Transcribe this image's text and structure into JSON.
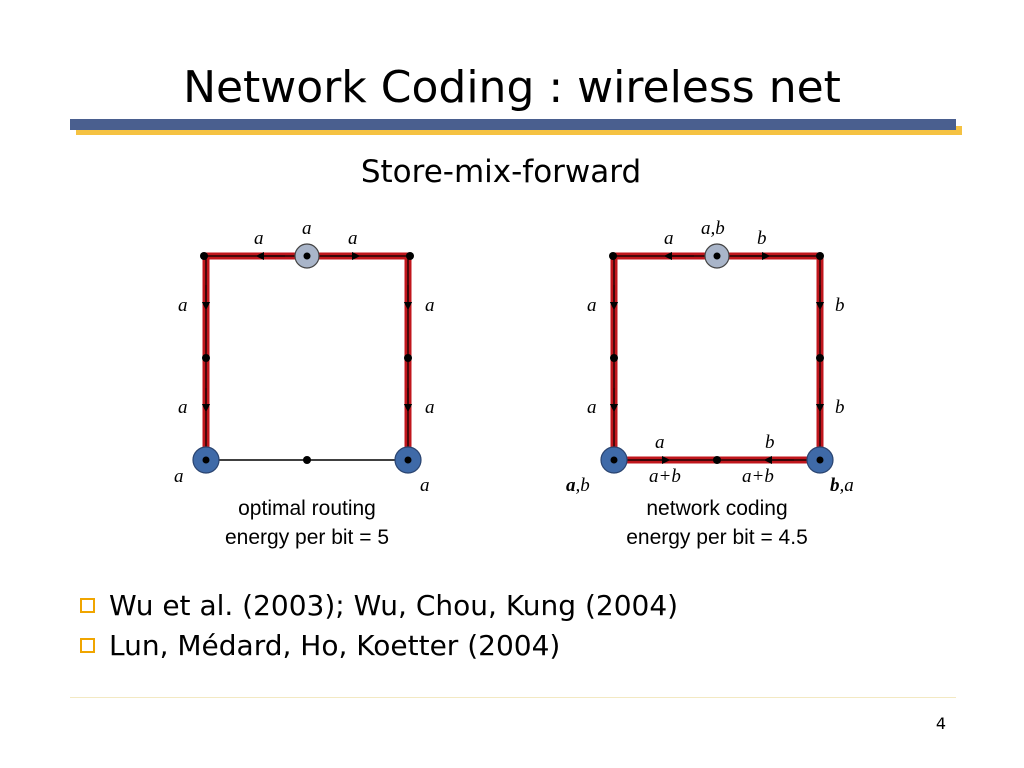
{
  "slide": {
    "title": "Network Coding : wireless net",
    "subtitle": "Store-mix-forward",
    "page_number": "4"
  },
  "left": {
    "labels": {
      "top_source": "a",
      "top_left": "a",
      "top_right": "a",
      "left_upper": "a",
      "left_lower": "a",
      "right_upper": "a",
      "right_lower": "a",
      "bottom_left_node": "a",
      "bottom_right_node": "a"
    },
    "caption_line1": "optimal routing",
    "caption_line2": "energy per bit = 5"
  },
  "right": {
    "labels": {
      "top_source": "a,b",
      "top_left": "a",
      "top_right": "b",
      "left_upper": "a",
      "left_lower": "a",
      "right_upper": "b",
      "right_lower": "b",
      "bottom_left_above": "a",
      "bottom_right_above": "b",
      "bottom_left_below": "a+b",
      "bottom_right_below": "a+b",
      "bl_node_bold": "a",
      "bl_node_rest": ",b",
      "br_node_bold": "b",
      "br_node_rest": ",a"
    },
    "caption_line1": "network coding",
    "caption_line2": "energy per bit = 4.5"
  },
  "bullets": [
    "Wu et al. (2003); Wu, Chou, Kung (2004)",
    "Lun, Médard, Ho, Koetter (2004)"
  ],
  "colors": {
    "link_red": "#c0161c",
    "node_blue": "#3f6aa8",
    "node_gray": "#a9b5c9",
    "bar_blue": "#4a5f8f",
    "bar_gold": "#f5c242",
    "bullet_orange": "#f0a500"
  }
}
